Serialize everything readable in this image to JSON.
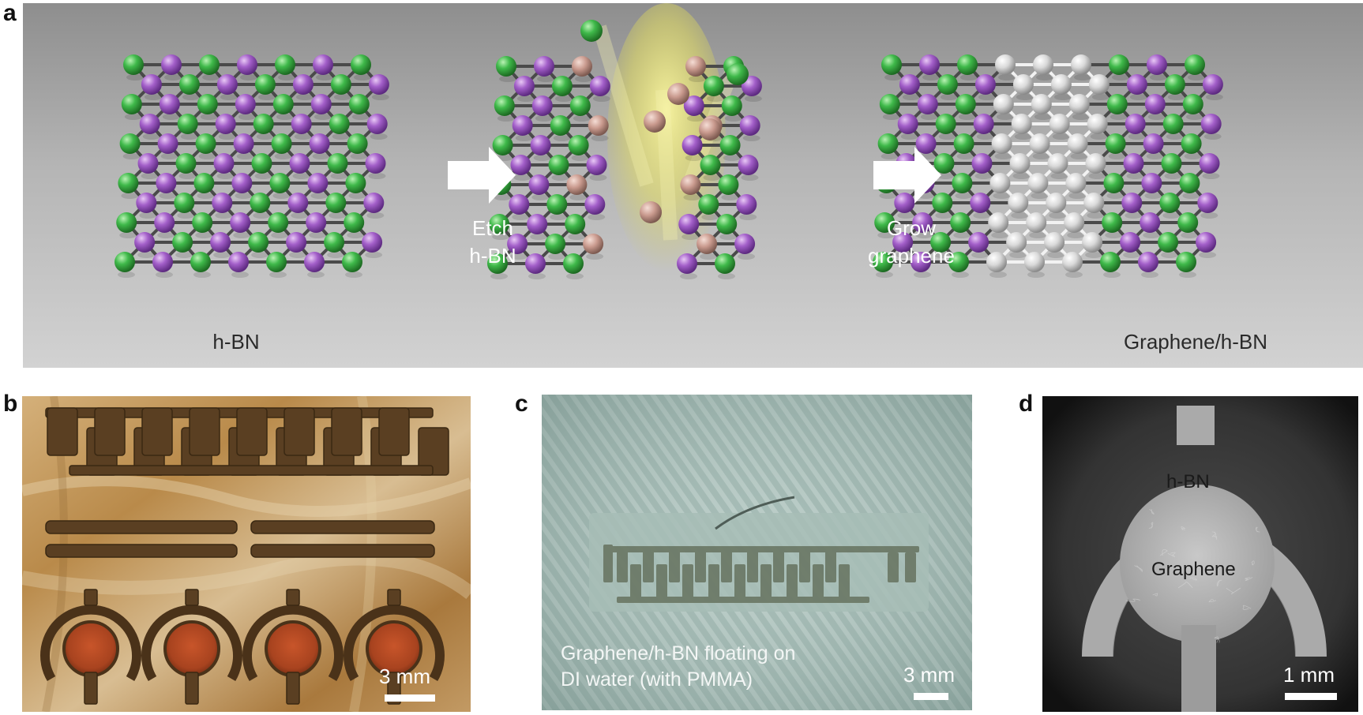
{
  "panels": {
    "a": {
      "letter": "a",
      "left_label": "h-BN",
      "step1_label": "Etch\nh-BN",
      "step2_label": "Grow\ngraphene",
      "right_label": "Graphene/h-BN"
    },
    "b": {
      "letter": "b",
      "scale": "3 mm"
    },
    "c": {
      "letter": "c",
      "caption": "Graphene/h-BN floating on\nDI water (with PMMA)",
      "scale": "3 mm"
    },
    "d": {
      "letter": "d",
      "hbn_label": "h-BN",
      "graphene_label": "Graphene",
      "scale": "1 mm"
    }
  },
  "colors": {
    "boron": "#a35fc9",
    "nitrogen": "#3fb94a",
    "carbon": "#d9d9d9",
    "etched": "#c99a8e",
    "beam": "#f3f07a",
    "gold_foil": "#b98a4a",
    "pattern_dark": "#5a3f22"
  },
  "icons": [
    "right-arrow-icon",
    "right-arrow-icon"
  ]
}
